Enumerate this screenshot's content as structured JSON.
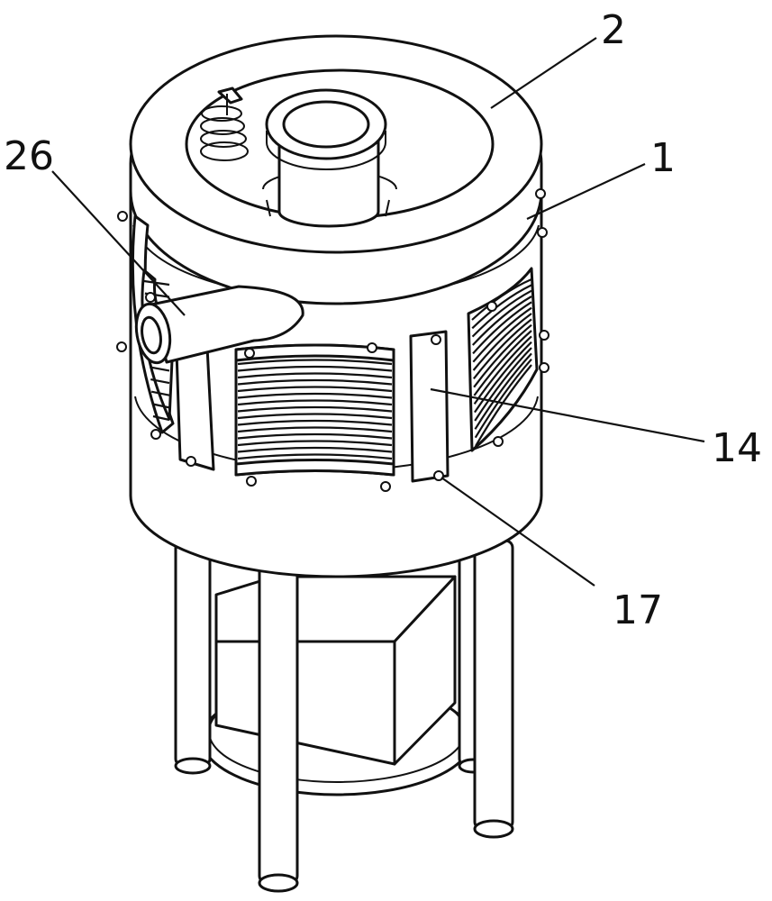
{
  "callouts": [
    {
      "id": "label-2",
      "text": "2"
    },
    {
      "id": "label-1",
      "text": "1"
    },
    {
      "id": "label-26",
      "text": "26"
    },
    {
      "id": "label-14",
      "text": "14"
    },
    {
      "id": "label-17",
      "text": "17"
    }
  ]
}
